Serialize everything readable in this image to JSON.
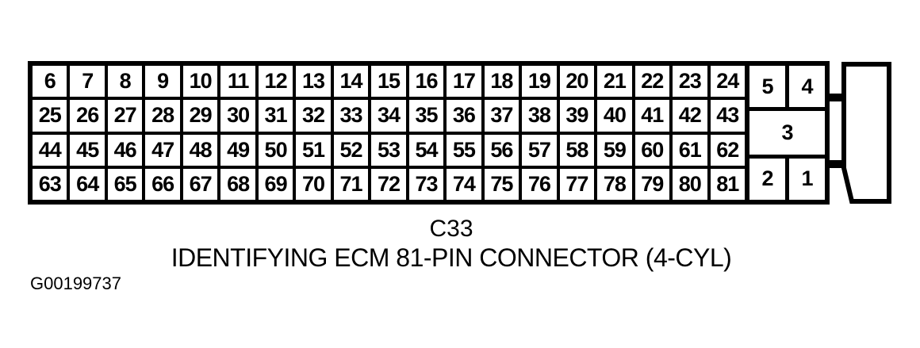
{
  "figure": {
    "code": "C33",
    "title": "IDENTIFYING ECM 81-PIN CONNECTOR (4-CYL)",
    "ref_number": "G00199737"
  },
  "connector": {
    "pin_rows": [
      [
        "6",
        "7",
        "8",
        "9",
        "10",
        "11",
        "12",
        "13",
        "14",
        "15",
        "16",
        "17",
        "18",
        "19",
        "20",
        "21",
        "22",
        "23",
        "24"
      ],
      [
        "25",
        "26",
        "27",
        "28",
        "29",
        "30",
        "31",
        "32",
        "33",
        "34",
        "35",
        "36",
        "37",
        "38",
        "39",
        "40",
        "41",
        "42",
        "43"
      ],
      [
        "44",
        "45",
        "46",
        "47",
        "48",
        "49",
        "50",
        "51",
        "52",
        "53",
        "54",
        "55",
        "56",
        "57",
        "58",
        "59",
        "60",
        "61",
        "62"
      ],
      [
        "63",
        "64",
        "65",
        "66",
        "67",
        "68",
        "69",
        "70",
        "71",
        "72",
        "73",
        "74",
        "75",
        "76",
        "77",
        "78",
        "79",
        "80",
        "81"
      ]
    ],
    "side_pins": [
      {
        "label": "5",
        "span": 1
      },
      {
        "label": "4",
        "span": 1
      },
      {
        "label": "3",
        "span": 2
      },
      {
        "label": "2",
        "span": 1
      },
      {
        "label": "1",
        "span": 1
      }
    ]
  },
  "colors": {
    "line": "#000000",
    "background": "#ffffff",
    "cell": "#ffffff"
  }
}
